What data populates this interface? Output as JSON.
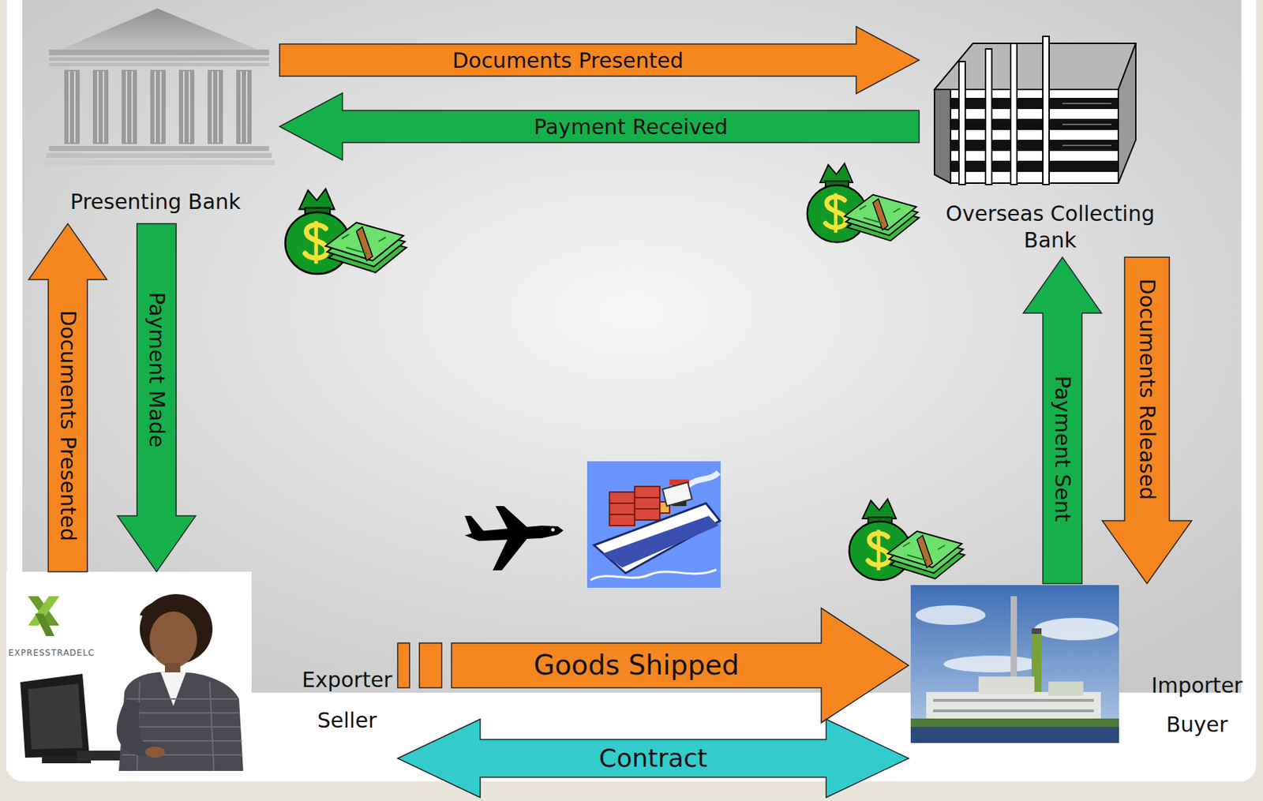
{
  "diagram": {
    "nodes": [
      {
        "text": [
          "Presenting Bank"
        ]
      },
      {
        "text": [
          "Overseas Collecting Bank"
        ]
      },
      {
        "text": [
          "Exporter",
          "Seller"
        ]
      },
      {
        "text": [
          "Importer",
          "Buyer"
        ]
      }
    ],
    "edges": [
      {
        "from": 0,
        "to": 1,
        "arrow": "to",
        "label": "Documents Presented"
      },
      {
        "from": 1,
        "to": 0,
        "arrow": "to",
        "label": "Payment Received"
      },
      {
        "from": 2,
        "to": 0,
        "arrow": "to",
        "label": "Documents Presented"
      },
      {
        "from": 0,
        "to": 2,
        "arrow": "to",
        "label": "Payment Made"
      },
      {
        "from": 3,
        "to": 1,
        "arrow": "to",
        "label": "Payment Sent"
      },
      {
        "from": 1,
        "to": 3,
        "arrow": "to",
        "label": "Documents Released"
      },
      {
        "from": 2,
        "to": 3,
        "arrow": "to",
        "label": "Goods Shipped"
      },
      {
        "from": 2,
        "to": 3,
        "arrow": "both",
        "label": "Contract"
      }
    ],
    "labels": [
      "EXPRESSTRADELC"
    ]
  }
}
